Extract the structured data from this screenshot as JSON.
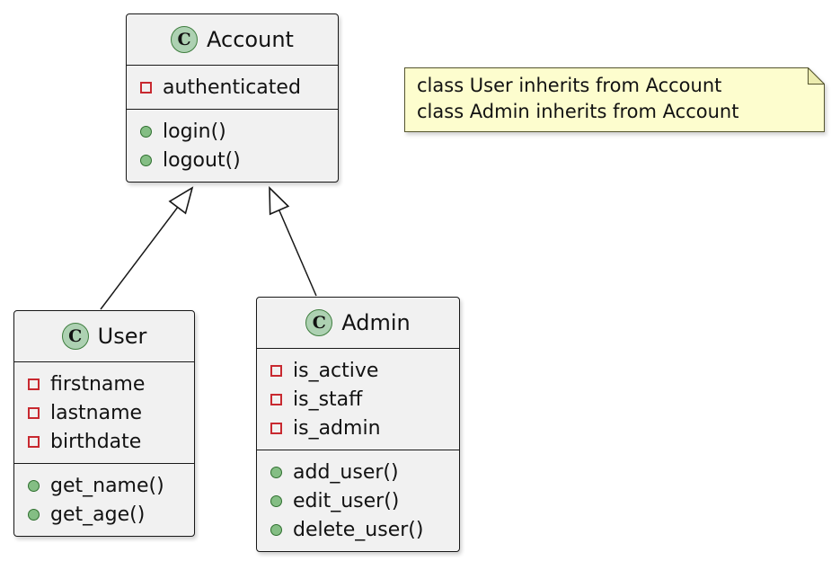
{
  "diagram": {
    "type": "uml-class-diagram",
    "classes": [
      {
        "name": "Account",
        "stereotype_letter": "C",
        "attributes": [
          "authenticated"
        ],
        "methods": [
          "login()",
          "logout()"
        ]
      },
      {
        "name": "User",
        "stereotype_letter": "C",
        "attributes": [
          "firstname",
          "lastname",
          "birthdate"
        ],
        "methods": [
          "get_name()",
          "get_age()"
        ]
      },
      {
        "name": "Admin",
        "stereotype_letter": "C",
        "attributes": [
          "is_active",
          "is_staff",
          "is_admin"
        ],
        "methods": [
          "add_user()",
          "edit_user()",
          "delete_user()"
        ]
      }
    ],
    "relations": [
      {
        "from": "User",
        "to": "Account",
        "type": "inheritance"
      },
      {
        "from": "Admin",
        "to": "Account",
        "type": "inheritance"
      }
    ],
    "note": {
      "lines": [
        "class User inherits from Account",
        "class Admin inherits from Account"
      ]
    },
    "colors": {
      "class_background": "#F1F1F1",
      "class_border": "#181818",
      "class_icon_background": "#ADD1B2",
      "class_icon_border": "#3E7D3E",
      "attribute_icon_color": "#C82930",
      "method_icon_color": "#84BE84",
      "method_icon_border": "#2F6F2F",
      "note_background": "#FDFDCE",
      "note_fold": "#ECECAF",
      "note_border": "#55552F"
    }
  }
}
